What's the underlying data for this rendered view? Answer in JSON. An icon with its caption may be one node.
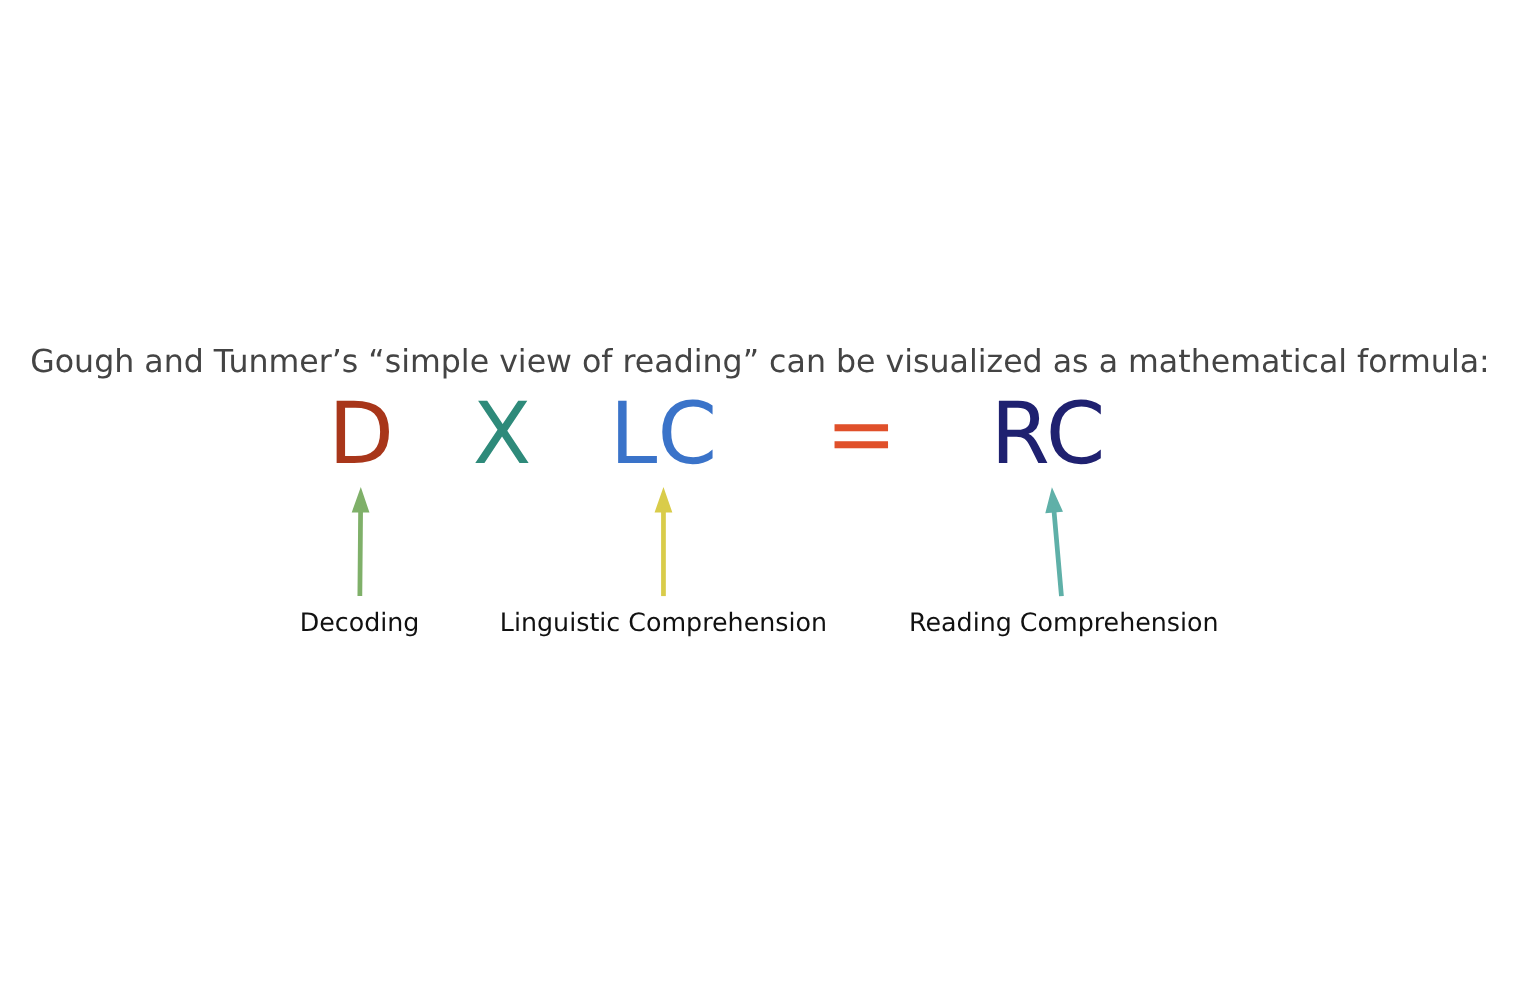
{
  "diagram": {
    "title": "Gough and Tunmer’s “simple view of reading” can be visualized as a mathematical formula:",
    "nodes": [
      {
        "text": [
          "D"
        ]
      },
      {
        "text": [
          "LC"
        ]
      },
      {
        "text": [
          "RC"
        ]
      },
      {
        "text": [
          "Decoding"
        ]
      },
      {
        "text": [
          "Linguistic Comprehension"
        ]
      },
      {
        "text": [
          "Reading Comprehension"
        ]
      }
    ],
    "edges": [
      {
        "from": 3,
        "to": 0,
        "arrow": "to",
        "color": "#7fb069"
      },
      {
        "from": 4,
        "to": 1,
        "arrow": "to",
        "color": "#d9cc4a"
      },
      {
        "from": 5,
        "to": 2,
        "arrow": "to",
        "color": "#5fb0a8"
      }
    ],
    "labels": [
      "X",
      "="
    ]
  }
}
